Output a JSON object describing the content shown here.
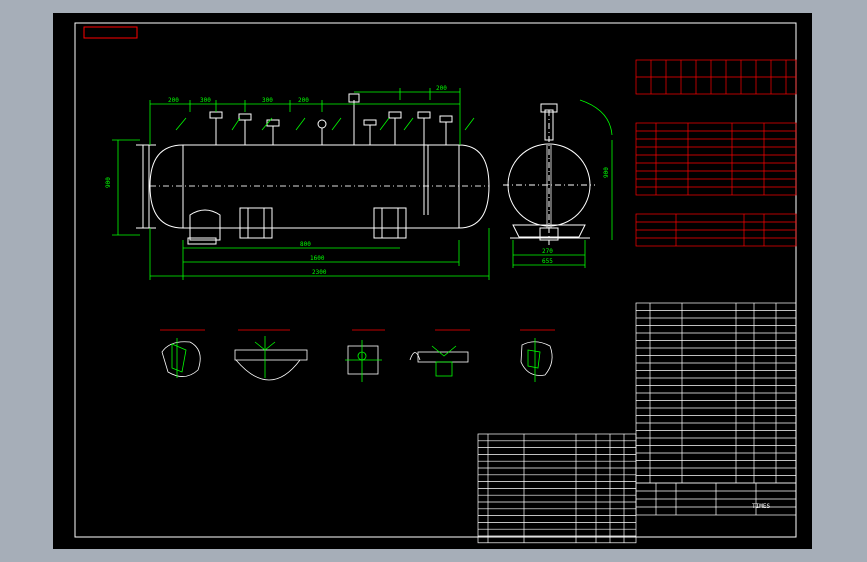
{
  "drawing": {
    "background": "#000000",
    "frame_color": "#ffffff",
    "border_color": "#ff0000",
    "dimension_color": "#00ff00",
    "vessel_color": "#ffffff",
    "table_color": "#ff0000"
  },
  "dimensions": {
    "top_chain": [
      "200",
      "300",
      "300",
      "200",
      "200"
    ],
    "mid_span": "800",
    "lower_span": "1600",
    "overall_length": "2300",
    "shell_height": "900",
    "side_overall": "900",
    "leg_width_a": "270",
    "leg_width_b": "655"
  },
  "stamp_text": "TIMES"
}
